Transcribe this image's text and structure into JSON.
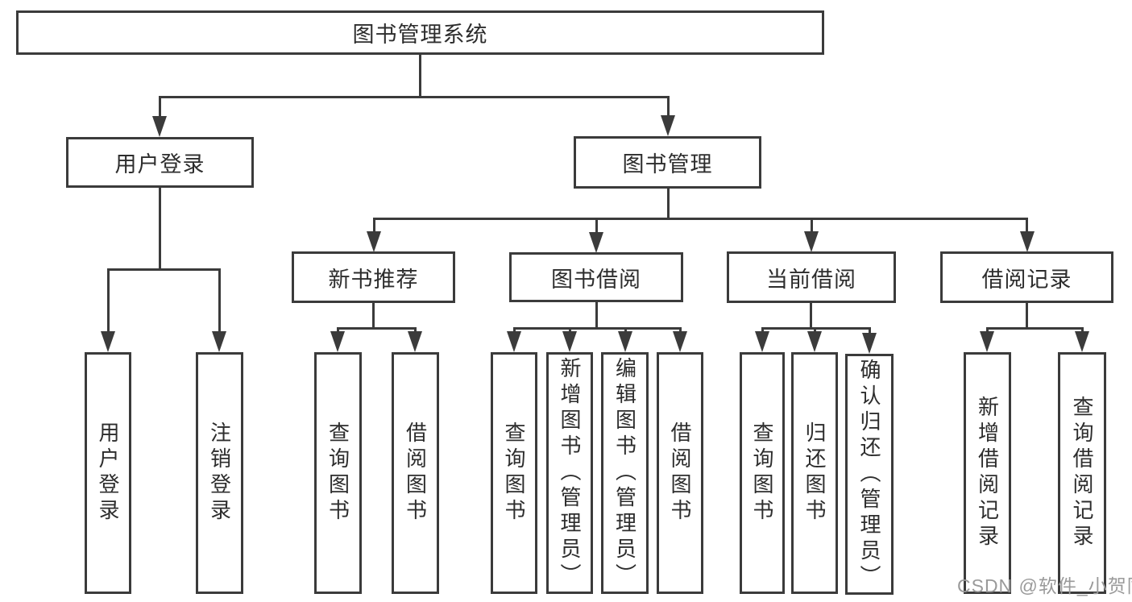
{
  "diagram_type": "hierarchy-tree",
  "colors": {
    "background": "#ffffff",
    "line": "#3b3b3b",
    "text": "#2d2d2d",
    "watermark": "#9a9a9a"
  },
  "watermark": {
    "text": "CSDN @软件_小贺同学"
  },
  "tree": {
    "label": "图书管理系统",
    "children": [
      {
        "label": "用户登录",
        "children": [
          {
            "label": "用户登录"
          },
          {
            "label": "注销登录"
          }
        ]
      },
      {
        "label": "图书管理",
        "children": [
          {
            "label": "新书推荐",
            "children": [
              {
                "label": "查询图书"
              },
              {
                "label": "借阅图书"
              }
            ]
          },
          {
            "label": "图书借阅",
            "children": [
              {
                "label": "查询图书"
              },
              {
                "label": "新增图书（管理员）"
              },
              {
                "label": "编辑图书（管理员）"
              },
              {
                "label": "借阅图书"
              }
            ]
          },
          {
            "label": "当前借阅",
            "children": [
              {
                "label": "查询图书"
              },
              {
                "label": "归还图书"
              },
              {
                "label": "确认归还（管理员）"
              }
            ]
          },
          {
            "label": "借阅记录",
            "children": [
              {
                "label": "新增借阅记录"
              },
              {
                "label": "查询借阅记录"
              }
            ]
          }
        ]
      }
    ]
  }
}
